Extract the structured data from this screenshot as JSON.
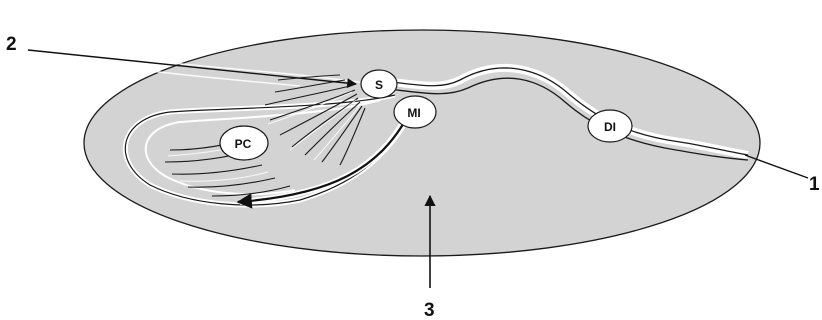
{
  "diagram": {
    "nodes": {
      "s": "S",
      "mi": "MI",
      "di": "DI",
      "pc": "PC"
    },
    "callouts": {
      "c1": "1",
      "c2": "2",
      "c3": "3"
    },
    "colors": {
      "ellipse_fill": "#d3d3d3",
      "outline": "#1a1a1a",
      "highlight": "#ffffff"
    }
  }
}
